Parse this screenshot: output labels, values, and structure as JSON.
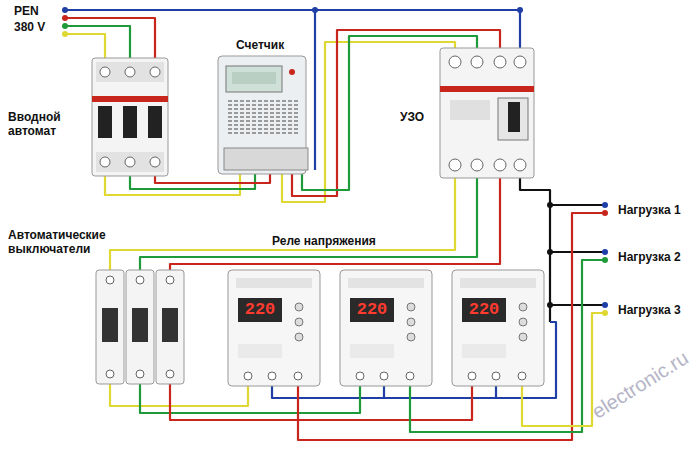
{
  "diagram": {
    "labels": [
      "PEN",
      "380 V",
      "Вводной автомат",
      "Счетчик",
      "УЗО",
      "Автоматические выключатели",
      "Реле напряжения",
      "220",
      "220",
      "220",
      "Нагрузка 1",
      "Нагрузка 2",
      "Нагрузка 3",
      "electronic.ru"
    ]
  }
}
